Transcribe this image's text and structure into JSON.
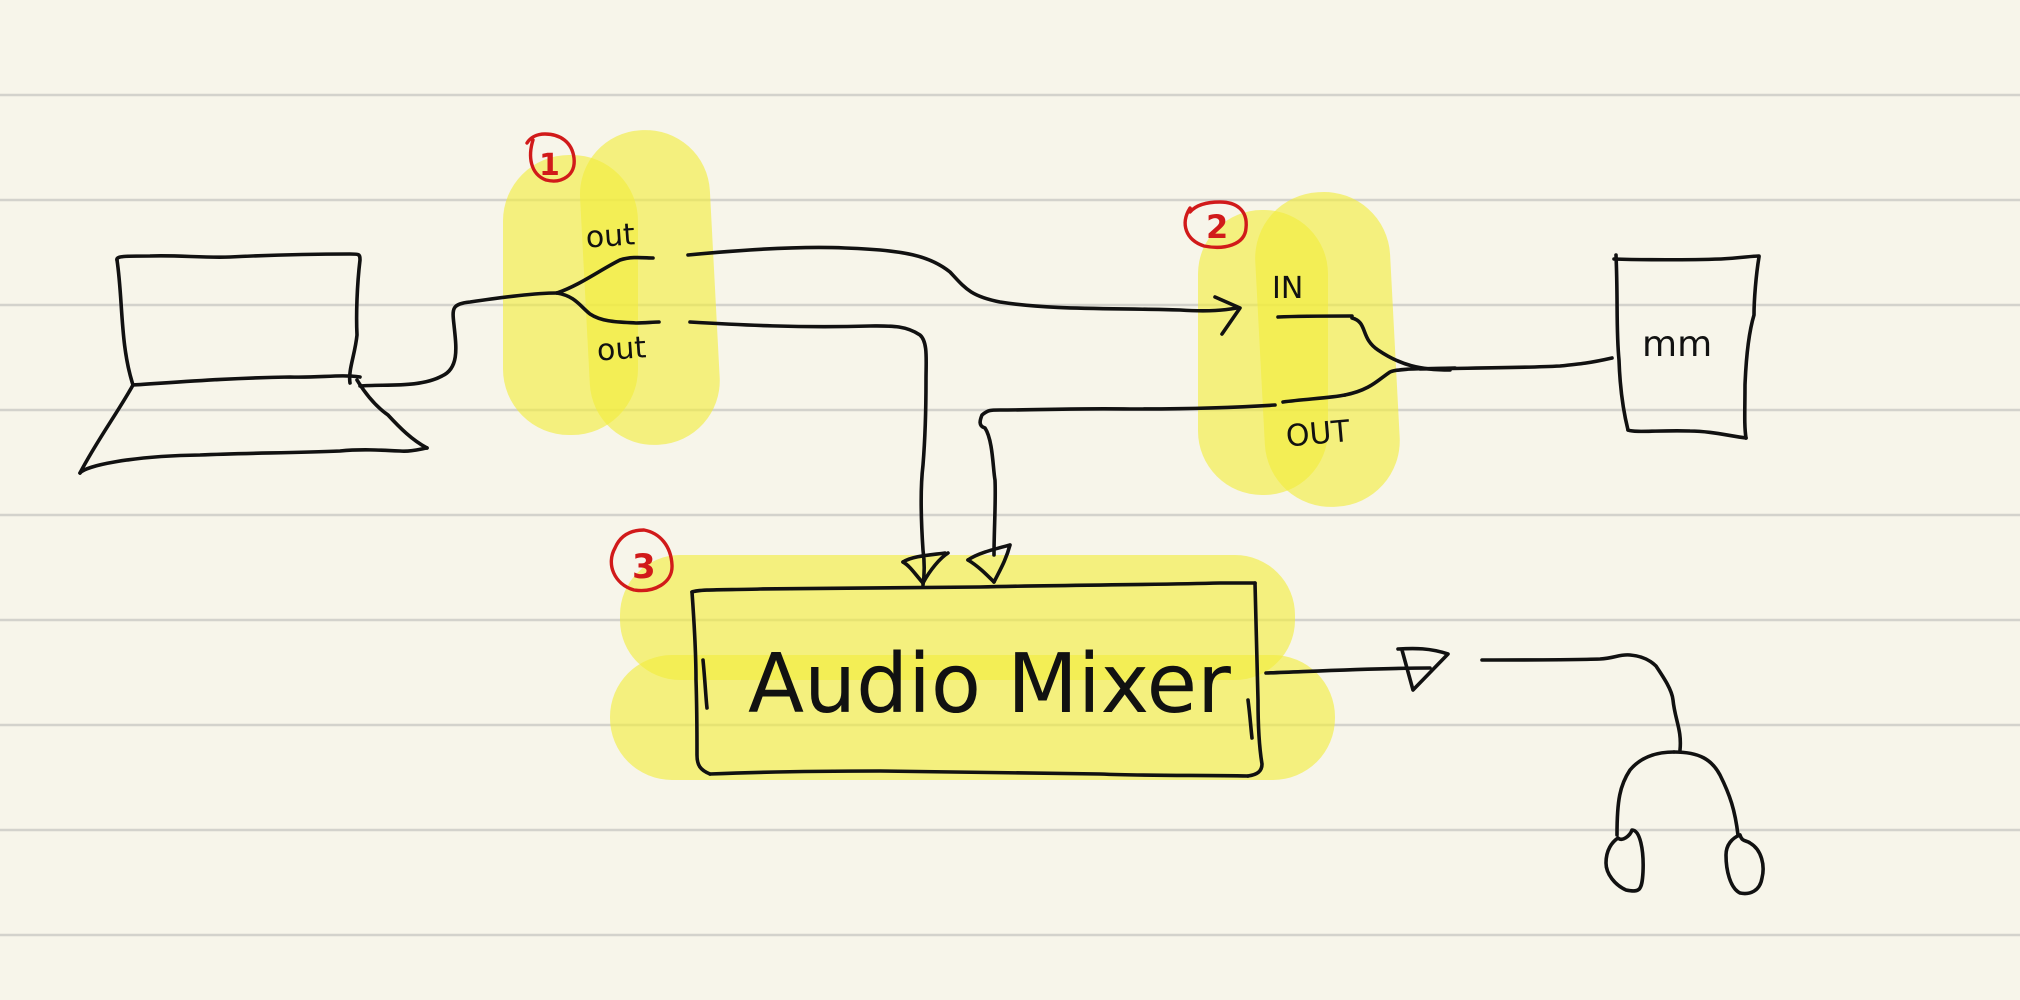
{
  "badges": {
    "one": "1",
    "two": "2",
    "three": "3"
  },
  "labels": {
    "out_top": "out",
    "out_bottom": "out",
    "in": "IN",
    "out_device": "OUT",
    "mixer": "Audio Mixer",
    "monitor_scribble": "mm"
  },
  "colors": {
    "highlight": "#f2ee3c",
    "ink": "#111111",
    "badge": "#d11a1a",
    "paper": "#f7f5ea",
    "rule": "#d3d2cc"
  },
  "icons": [
    "laptop-icon",
    "monitor-icon",
    "headphones-icon"
  ]
}
